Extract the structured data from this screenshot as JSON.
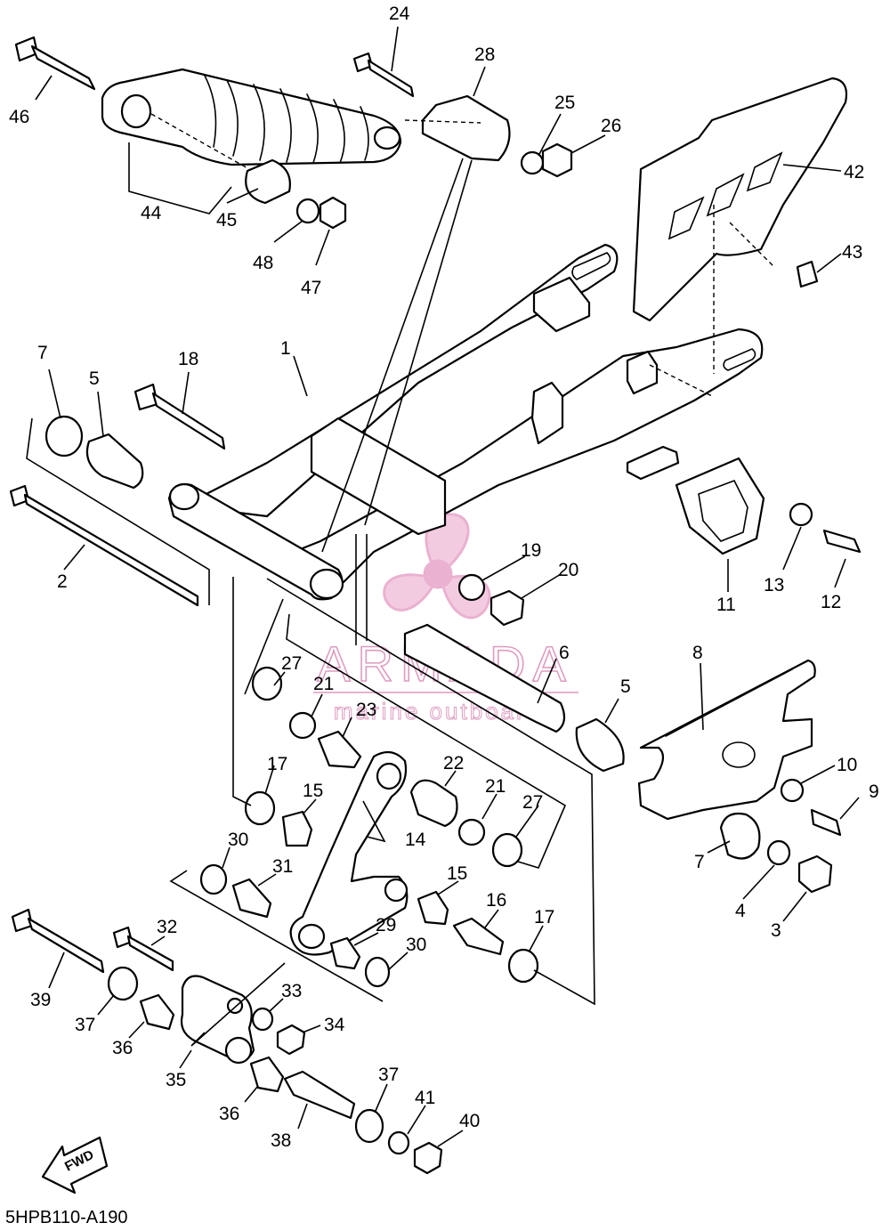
{
  "diagram": {
    "code": "5HPB110-A190",
    "fwd_label": "FWD",
    "callouts": {
      "c1": "1",
      "c2": "2",
      "c3": "3",
      "c4": "4",
      "c5a": "5",
      "c5b": "5",
      "c6": "6",
      "c7a": "7",
      "c7b": "7",
      "c8": "8",
      "c9": "9",
      "c10": "10",
      "c11": "11",
      "c12": "12",
      "c13": "13",
      "c14": "14",
      "c15a": "15",
      "c15b": "15",
      "c16": "16",
      "c17a": "17",
      "c17b": "17",
      "c18": "18",
      "c19": "19",
      "c20": "20",
      "c21a": "21",
      "c21b": "21",
      "c22": "22",
      "c23": "23",
      "c24": "24",
      "c25": "25",
      "c26": "26",
      "c27a": "27",
      "c27b": "27",
      "c28": "28",
      "c29": "29",
      "c30a": "30",
      "c30b": "30",
      "c31": "31",
      "c32": "32",
      "c33": "33",
      "c34": "34",
      "c35": "35",
      "c36a": "36",
      "c36b": "36",
      "c37a": "37",
      "c37b": "37",
      "c38": "38",
      "c39": "39",
      "c40": "40",
      "c41": "41",
      "c42": "42",
      "c43": "43",
      "c44": "44",
      "c45": "45",
      "c46": "46",
      "c47": "47",
      "c48": "48"
    }
  },
  "watermark": {
    "brand": "ARMADA",
    "tagline": "marine outboards",
    "color": "#e7a4c8"
  }
}
